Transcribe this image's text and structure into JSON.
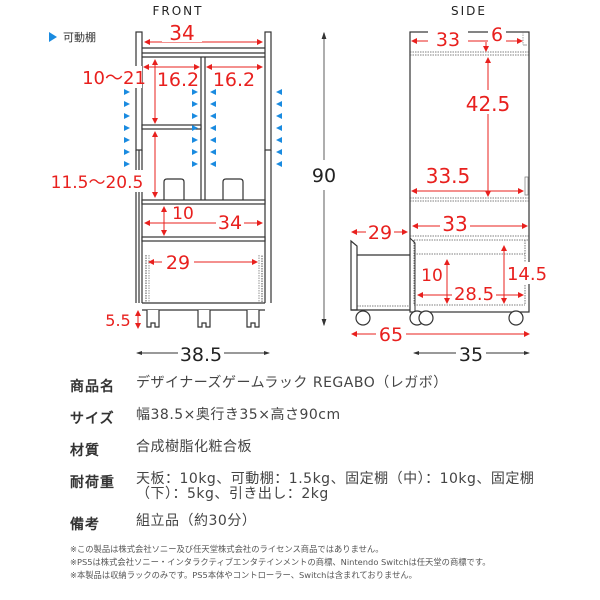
{
  "views": {
    "front": {
      "title": "FRONT",
      "dimensions": {
        "top_inner_width": "34",
        "left_compartment_width": "16.2",
        "right_compartment_width": "16.2",
        "upper_shelf_height": "10～21",
        "lower_shelf_height": "11.5～20.5",
        "middle_shelf_height": "10",
        "middle_shelf_width": "34",
        "drawer_width": "29",
        "caster_height": "5.5",
        "overall_width": "38.5"
      }
    },
    "side": {
      "title": "SIDE",
      "dimensions": {
        "top_depth": "33",
        "top_lip": "6",
        "upper_height": "42.5",
        "upper_shelf_depth": "33.5",
        "middle_shelf_depth": "33",
        "drawer_extension": "29",
        "drawer_inner_height": "10",
        "drawer_depth": "28.5",
        "drawer_outer_height": "14.5",
        "extended_depth": "65",
        "overall_depth": "35"
      }
    },
    "overall_height": "90"
  },
  "legend": {
    "icon": "blue-triangle-icon",
    "label": "可動棚",
    "color": "#1a8be0"
  },
  "colors": {
    "dimension_red": "#e8201e",
    "outline": "#333333",
    "movable_marker_blue": "#1a8be0"
  },
  "specs": [
    {
      "key": "商品名",
      "value": "デザイナーズゲームラック REGABO（レガボ）"
    },
    {
      "key": "サイズ",
      "value": "幅38.5×奥行き35×高さ90cm"
    },
    {
      "key": "材質",
      "value": "合成樹脂化粧合板"
    },
    {
      "key": "耐荷重",
      "value": "天板：10kg、可動棚：1.5kg、固定棚（中）：10kg、固定棚（下）：5kg、引き出し：2kg"
    },
    {
      "key": "備考",
      "value": "組立品（約30分）"
    }
  ],
  "notes": [
    "※この製品は株式会社ソニー及び任天堂株式会社のライセンス商品ではありません。",
    "※PS5は株式会社ソニー・インタラクティブエンタテインメントの商標、Nintendo Switchは任天堂の商標です。",
    "※本製品は収納ラックのみです。PS5本体やコントローラー、Switchは含まれておりません。"
  ]
}
